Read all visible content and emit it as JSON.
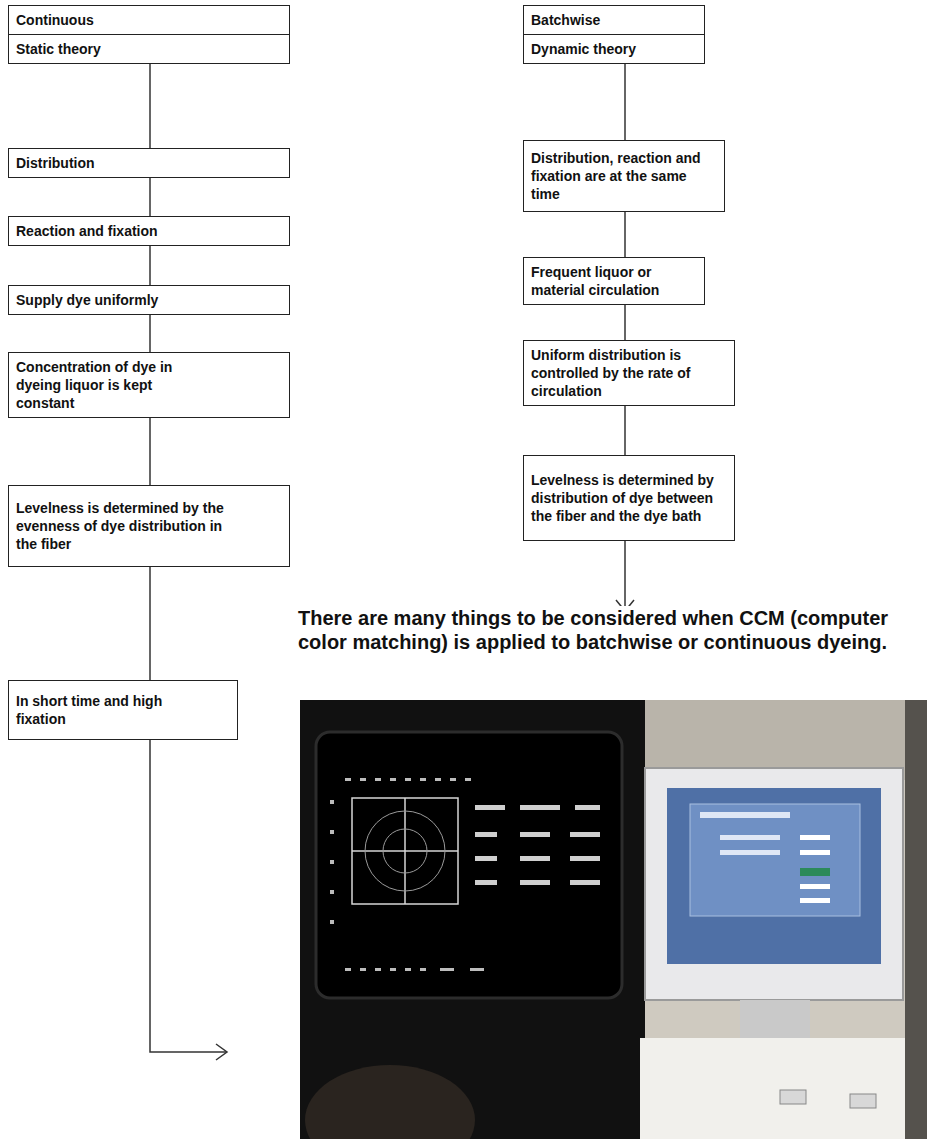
{
  "diagram": {
    "nodes": [
      {
        "text": [
          "Continuous"
        ]
      },
      {
        "text": [
          "Static theory"
        ]
      },
      {
        "text": [
          "Distribution"
        ]
      },
      {
        "text": [
          "Reaction and fixation"
        ]
      },
      {
        "text": [
          "Supply dye uniformly"
        ]
      },
      {
        "text": [
          "Concentration of dye in dyeing liquor is kept constant"
        ]
      },
      {
        "text": [
          "Levelness is determined by the evenness of dye distribution in the fiber"
        ]
      },
      {
        "text": [
          "In short time and high fixation"
        ]
      },
      {
        "text": [
          "Batchwise"
        ]
      },
      {
        "text": [
          "Dynamic theory"
        ]
      },
      {
        "text": [
          "Distribution, reaction and fixation are at the same time"
        ]
      },
      {
        "text": [
          "Frequent liquor or material circulation"
        ]
      },
      {
        "text": [
          "Uniform distribution is controlled by the rate of circulation"
        ]
      },
      {
        "text": [
          "Levelness is determined by distribution of dye between the fiber and the dye bath"
        ]
      }
    ],
    "edges": [
      {
        "from": 1,
        "to": 2,
        "arrow": "none"
      },
      {
        "from": 2,
        "to": 3,
        "arrow": "none"
      },
      {
        "from": 3,
        "to": 4,
        "arrow": "none"
      },
      {
        "from": 4,
        "to": 5,
        "arrow": "none"
      },
      {
        "from": 5,
        "to": 6,
        "arrow": "none"
      },
      {
        "from": 6,
        "to": 7,
        "arrow": "none"
      },
      {
        "from": 9,
        "to": 10,
        "arrow": "none"
      },
      {
        "from": 10,
        "to": 11,
        "arrow": "none"
      },
      {
        "from": 11,
        "to": 12,
        "arrow": "none"
      },
      {
        "from": 12,
        "to": 13,
        "arrow": "none"
      }
    ],
    "labels": [
      "There are many things to be considered when CCM (computer color matching) is applied to batchwise or continuous dyeing."
    ]
  }
}
